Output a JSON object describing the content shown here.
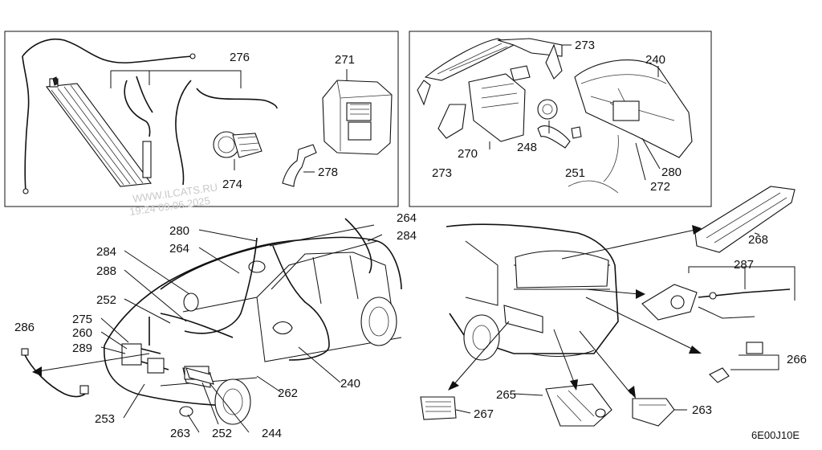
{
  "watermark": {
    "site": "WWW.ILCATS.RU",
    "timestamp": "19:24 09.06.2025"
  },
  "diagram_code": "6E00J10E",
  "callouts": {
    "c276": "276",
    "c271": "271",
    "c274": "274",
    "c278": "278",
    "c273a": "273",
    "c240a": "240",
    "c270": "270",
    "c248": "248",
    "c273b": "273",
    "c251": "251",
    "c280a": "280",
    "c272": "272",
    "c264a": "264",
    "c284a": "284",
    "c280b": "280",
    "c264b": "264",
    "c284b": "284",
    "c288": "288",
    "c252a": "252",
    "c275": "275",
    "c286": "286",
    "c260": "260",
    "c289": "289",
    "c253": "253",
    "c263a": "263",
    "c252b": "252",
    "c244": "244",
    "c262": "262",
    "c240b": "240",
    "c268": "268",
    "c287": "287",
    "c266": "266",
    "c265": "265",
    "c267": "267",
    "c263b": "263"
  }
}
